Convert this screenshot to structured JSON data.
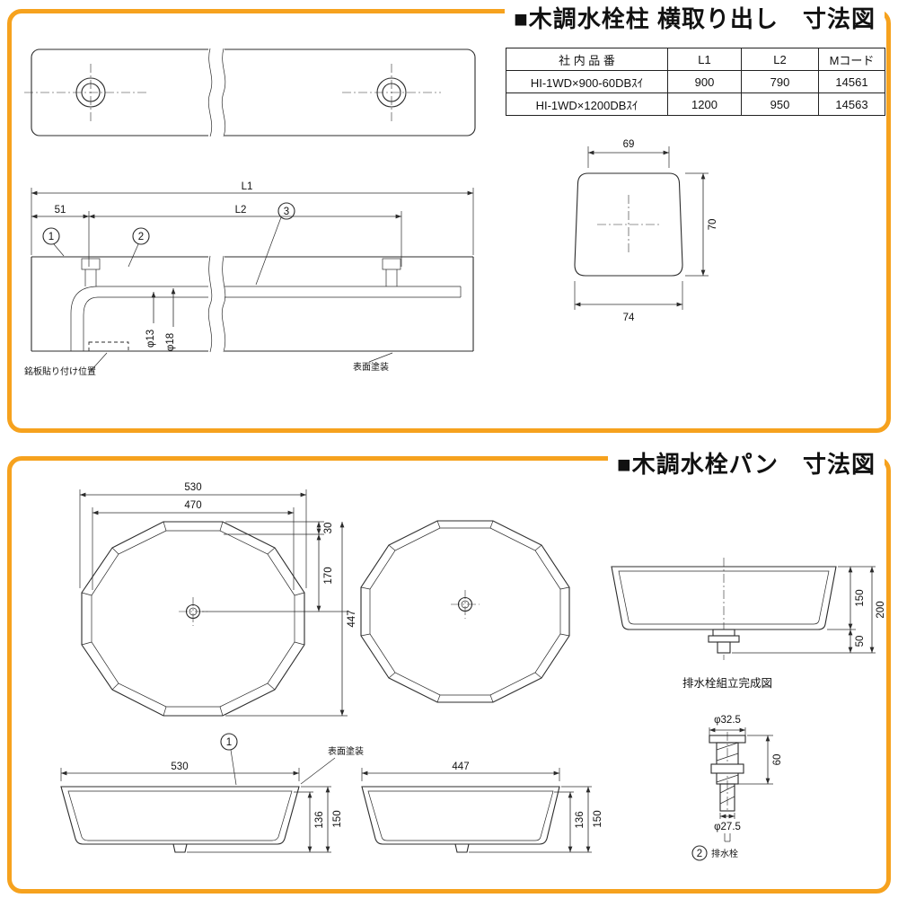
{
  "colors": {
    "frame_orange": "#F6A21E",
    "line": "#2b2b2b"
  },
  "panel1": {
    "title": "■木調水栓柱 横取り出し　寸法図",
    "table": {
      "headers": [
        "社 内 品 番",
        "L1",
        "L2",
        "Mコード"
      ],
      "rows": [
        [
          "HI-1WD×900-60DBｽｲ",
          "900",
          "790",
          "14561"
        ],
        [
          "HI-1WD×1200DBｽｲ",
          "1200",
          "950",
          "14563"
        ]
      ]
    },
    "dims": {
      "L1": "L1",
      "L2": "L2",
      "d51": "51",
      "phi13": "φ13",
      "phi18": "φ18",
      "b1": "1",
      "b2": "2",
      "b3": "3",
      "nameplate": "銘板貼り付け位置",
      "surface": "表面塗装",
      "cs_top": "69",
      "cs_right": "70",
      "cs_bottom": "74"
    }
  },
  "panel2": {
    "title": "■木調水栓パン　寸法図",
    "dims": {
      "w530": "530",
      "w470": "470",
      "d30": "30",
      "d170": "170",
      "h447": "447",
      "s150": "150",
      "s200": "200",
      "s50": "50",
      "drain_title": "排水栓組立完成図",
      "phi_top": "φ32.5",
      "d60": "60",
      "phi_bot": "φ27.5",
      "drain_num": "2",
      "drain_name": "排水栓",
      "b1": "1",
      "surface": "表面塗装",
      "fw530": "530",
      "f136": "136",
      "f150": "150",
      "sw447": "447",
      "s136": "136",
      "s150b": "150"
    }
  }
}
